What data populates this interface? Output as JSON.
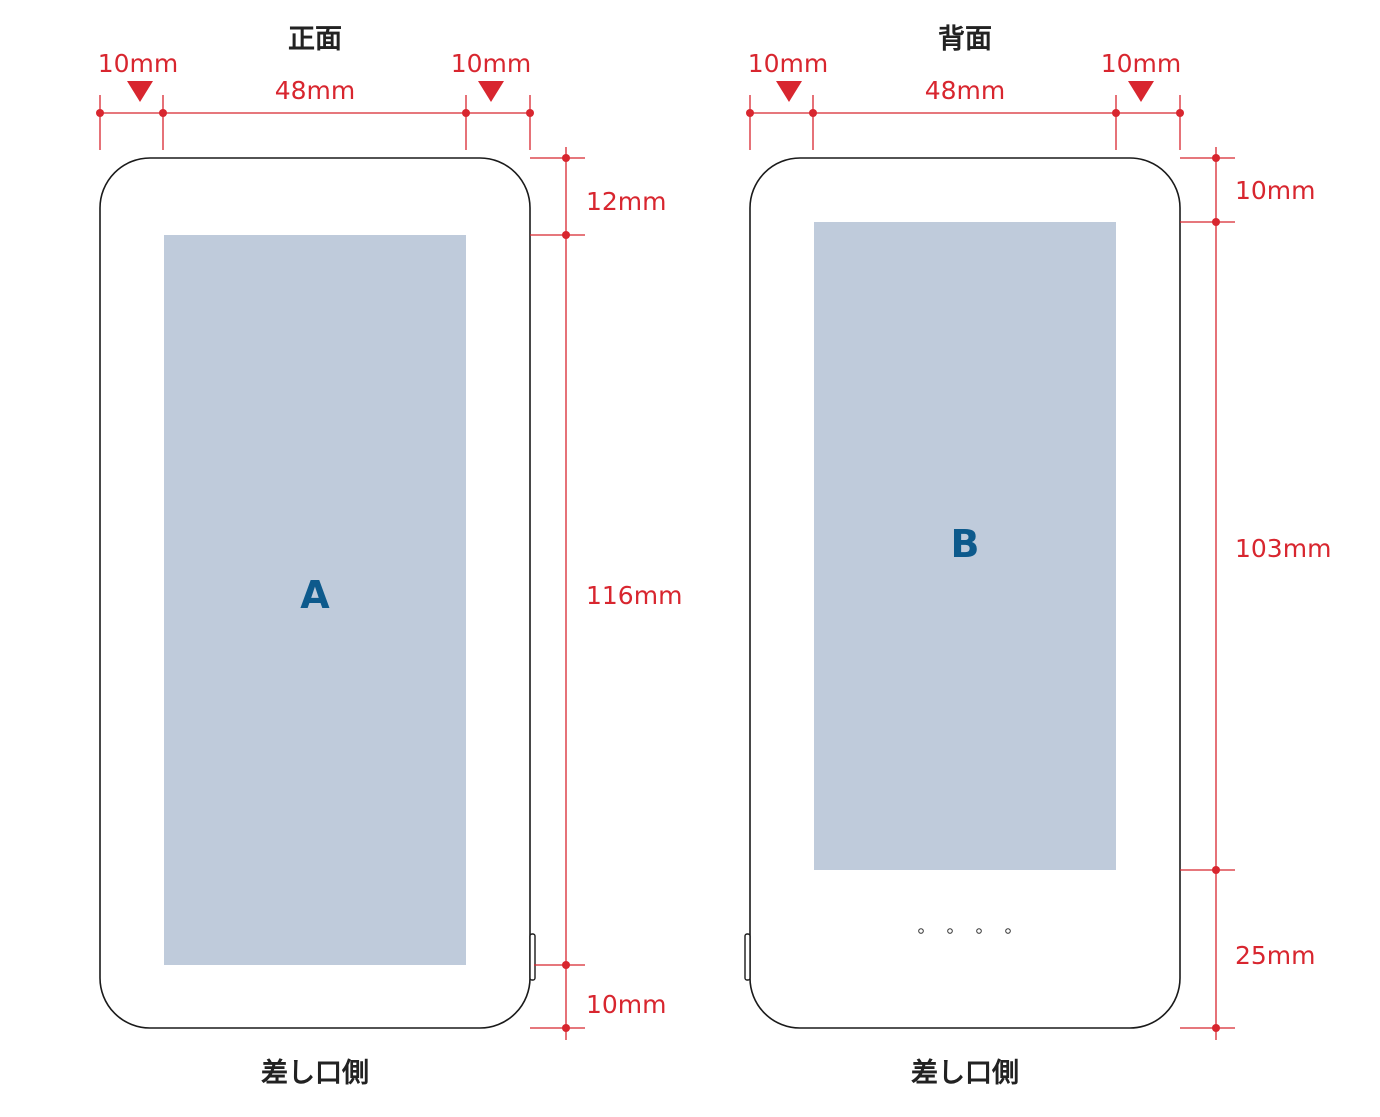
{
  "colors": {
    "dimension": "#d8262f",
    "print_area": "#bfcbdb",
    "area_label": "#0d5a8c",
    "outline": "#1a1a1a",
    "title": "#222222"
  },
  "front": {
    "title": "正面",
    "top_left_margin": "10mm",
    "top_width": "48mm",
    "top_right_margin": "10mm",
    "side_top": "12mm",
    "side_height": "116mm",
    "side_bottom": "10mm",
    "area_label": "A",
    "bottom_caption": "差し口側"
  },
  "back": {
    "title": "背面",
    "top_left_margin": "10mm",
    "top_width": "48mm",
    "top_right_margin": "10mm",
    "side_top": "10mm",
    "side_height": "103mm",
    "side_bottom": "25mm",
    "area_label": "B",
    "bottom_caption": "差し口側"
  }
}
